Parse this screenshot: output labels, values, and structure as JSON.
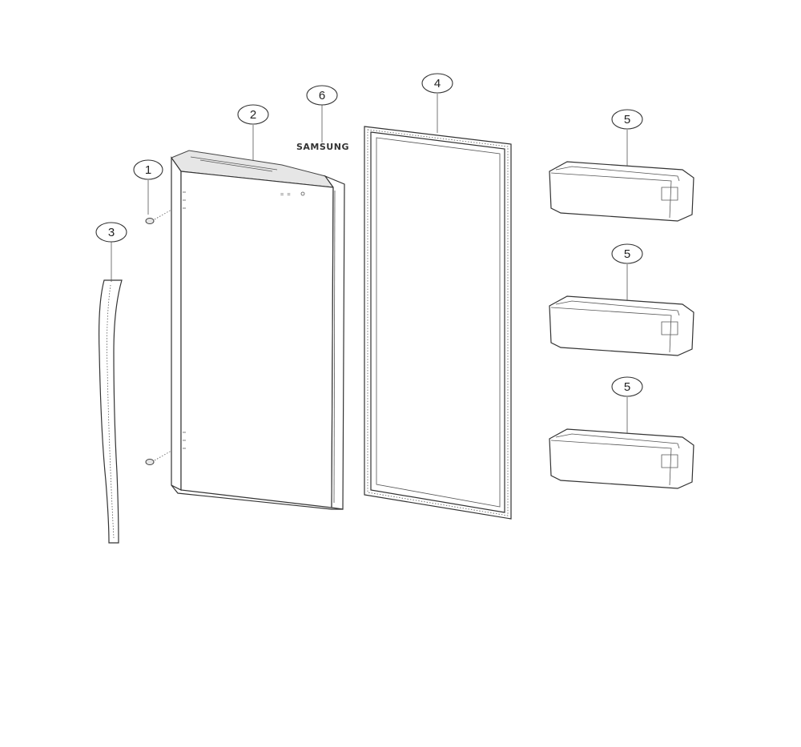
{
  "diagram": {
    "callouts": {
      "part1": "1",
      "part2": "2",
      "part3": "3",
      "part4": "4",
      "part5_top": "5",
      "part5_middle": "5",
      "part5_bottom": "5",
      "part6": "6"
    },
    "logo_text": "SAMSUNG"
  }
}
